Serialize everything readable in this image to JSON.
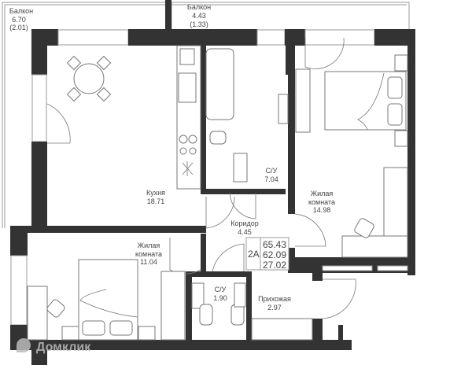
{
  "plan": {
    "rooms": [
      {
        "name": "Балкон",
        "area": "6.70",
        "extra": "(2.01)"
      },
      {
        "name": "Балкон",
        "area": "4.43",
        "extra": "(1.33)"
      },
      {
        "name": "Кухня",
        "area": "18.71"
      },
      {
        "name": "С/У",
        "area": "7.04"
      },
      {
        "name": "Жилая",
        "name2": "комната",
        "area": "14.98"
      },
      {
        "name": "Коридор",
        "area": "4.45"
      },
      {
        "name": "Жилая",
        "name2": "комната",
        "area": "11.04"
      },
      {
        "name": "С/У",
        "area": "1.90"
      },
      {
        "name": "Прихожая",
        "area": "2.97"
      }
    ],
    "summary": {
      "type": "2А",
      "total": "65.43",
      "living_total": "62.09",
      "living": "27.02"
    }
  },
  "watermark": "Домклик",
  "colors": {
    "wall": "#333333",
    "line": "#999999"
  }
}
